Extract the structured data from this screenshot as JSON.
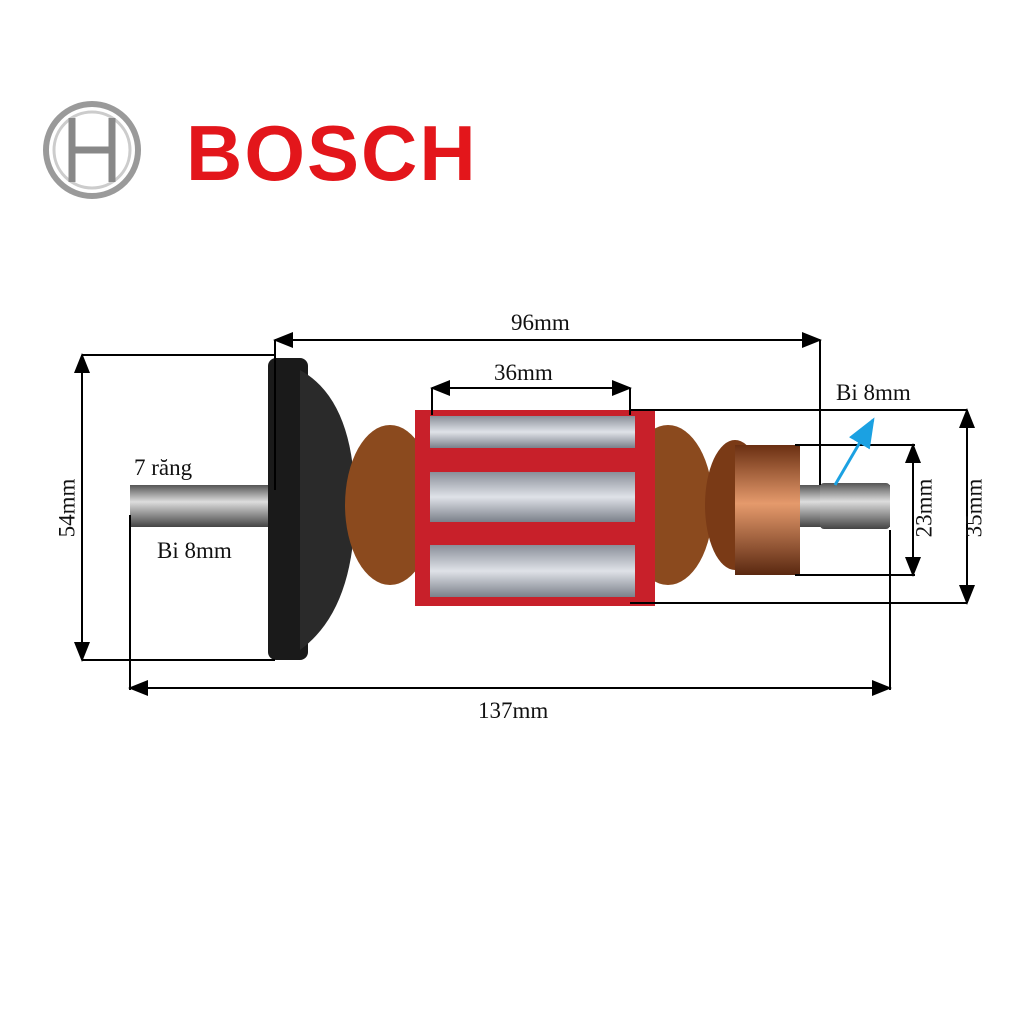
{
  "brand": {
    "name": "BOSCH",
    "color": "#e3161b",
    "logo_icon": "bosch-armature-ring-logo"
  },
  "dimensions": {
    "overall_length": "137mm",
    "armature_length": "96mm",
    "core_length": "36mm",
    "fan_diameter": "54mm",
    "core_diameter": "35mm",
    "commutator_diameter": "23mm"
  },
  "annotations": {
    "teeth": "7 răng",
    "bearing_left": "Bi 8mm",
    "bearing_right": "Bi 8mm"
  },
  "colors": {
    "dimension_line": "#000000",
    "pointer_arrow": "#1ba1e2",
    "copper": "#b8652f",
    "red_insulation": "#c8202a"
  }
}
